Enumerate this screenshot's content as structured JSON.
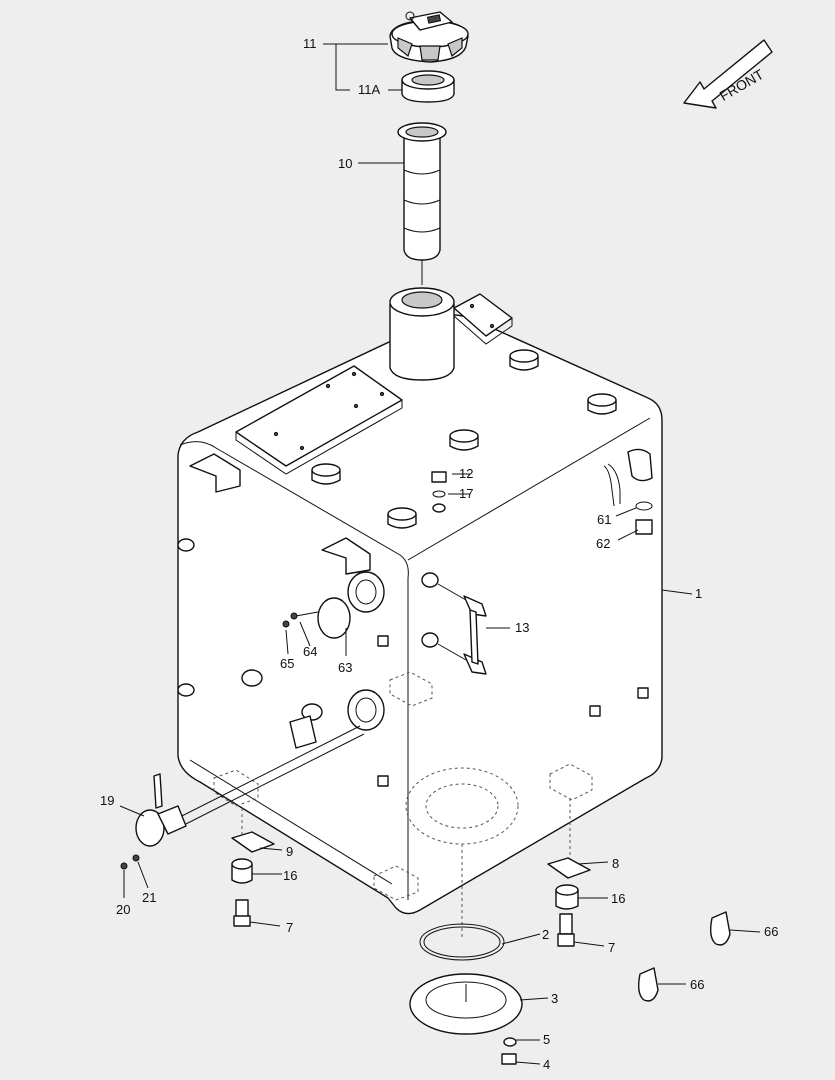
{
  "front_label": "FRONT",
  "callouts": {
    "c1": "1",
    "c2": "2",
    "c3": "3",
    "c4": "4",
    "c5": "5",
    "c7a": "7",
    "c7b": "7",
    "c8": "8",
    "c9": "9",
    "c10": "10",
    "c11": "11",
    "c11a": "11A",
    "c12": "12",
    "c13": "13",
    "c16a": "16",
    "c16b": "16",
    "c17": "17",
    "c19": "19",
    "c20": "20",
    "c21": "21",
    "c61": "61",
    "c62": "62",
    "c63": "63",
    "c64": "64",
    "c65": "65",
    "c66a": "66",
    "c66b": "66"
  }
}
